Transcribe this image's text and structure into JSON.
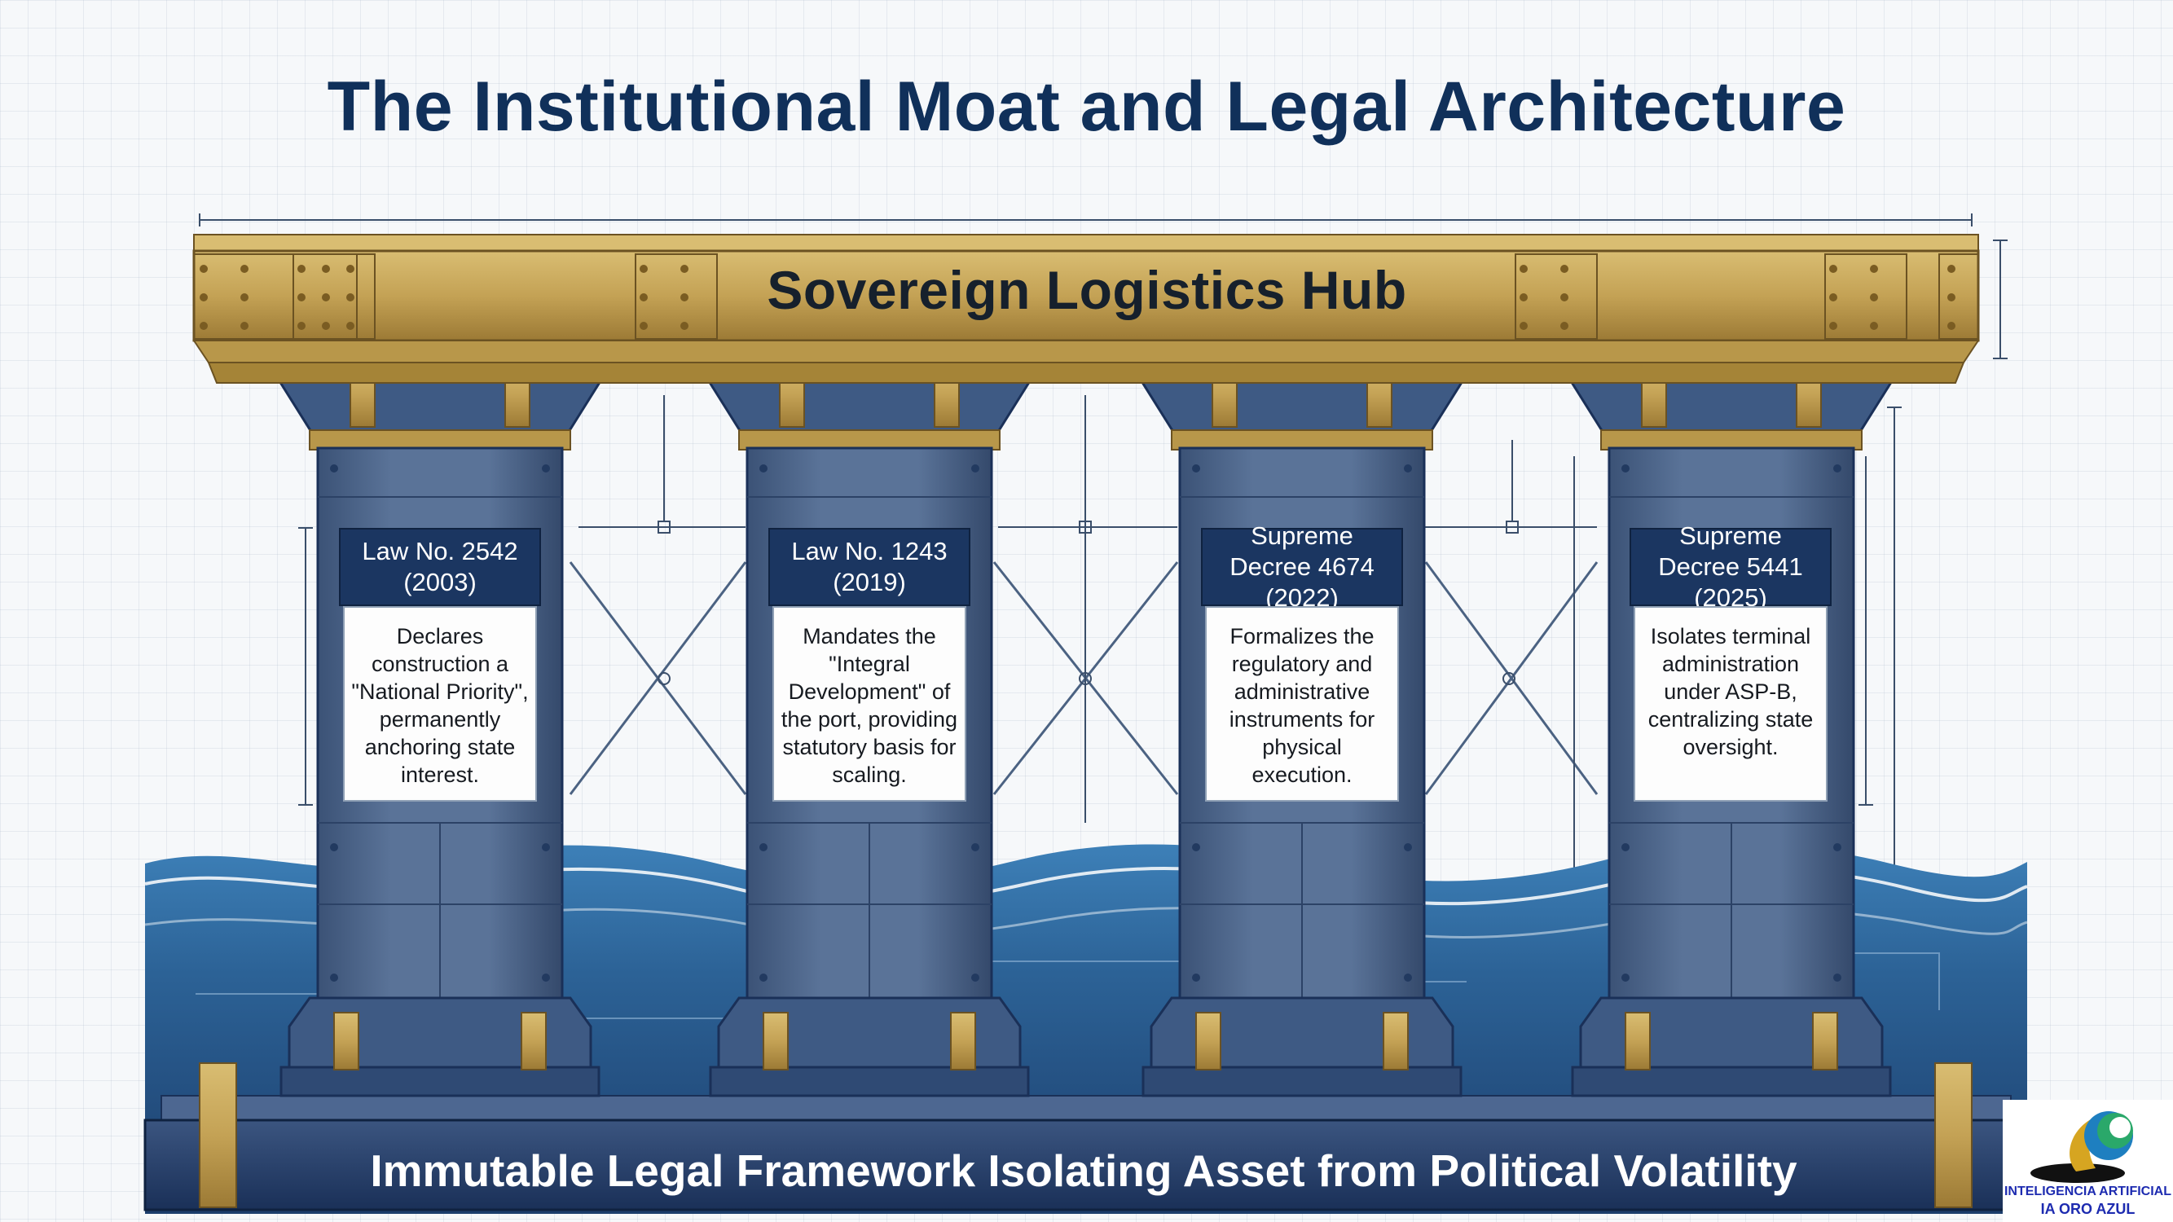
{
  "title": "The Institutional Moat and Legal Architecture",
  "beam_label": "Sovereign Logistics Hub",
  "pillars": [
    {
      "heading": "Law No. 2542 (2003)",
      "body": "Declares construction a \"National Priority\", permanently anchoring state interest."
    },
    {
      "heading": "Law No. 1243 (2019)",
      "body": "Mandates the \"Integral Development\" of the port, providing statutory basis for scaling."
    },
    {
      "heading": "Supreme Decree 4674 (2022)",
      "body": "Formalizes the regulatory and administrative instruments for physical execution."
    },
    {
      "heading": "Supreme Decree 5441 (2025)",
      "body": "Isolates terminal administration under ASP-B, centralizing state oversight."
    }
  ],
  "foundation_label": "Immutable Legal Framework Isolating Asset from Political Volatility",
  "logo": {
    "line1": "INTELIGENCIA ARTIFICIAL",
    "line2": "IA ORO AZUL"
  },
  "colors": {
    "navy": "#10305a",
    "gold": "#b8974a",
    "water": "#2c6296",
    "pillar": "#4c6488"
  }
}
